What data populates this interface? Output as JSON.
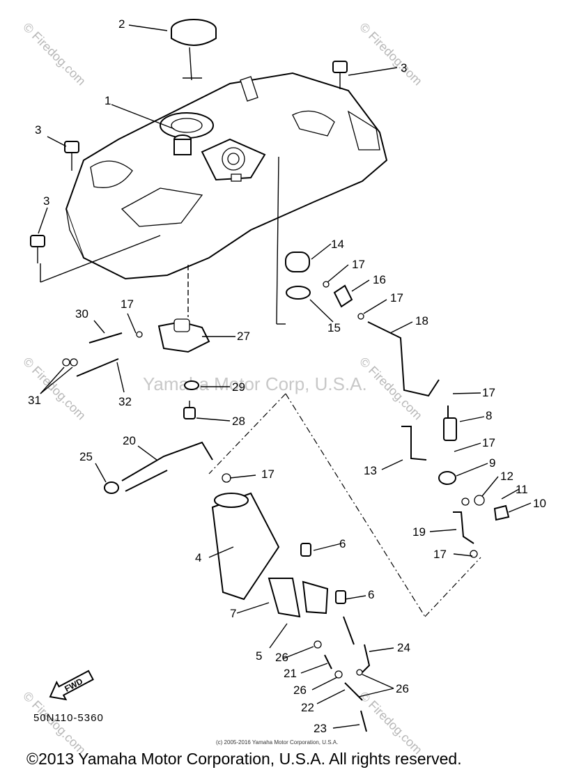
{
  "watermarks": {
    "site": "© Firedog.com",
    "center": "Yamaha Motor Corp, U.S.A."
  },
  "callouts": {
    "c1": "1",
    "c2": "2",
    "c3a": "3",
    "c3b": "3",
    "c3c": "3",
    "c4": "4",
    "c5": "5",
    "c6a": "6",
    "c6b": "6",
    "c7": "7",
    "c8": "8",
    "c9": "9",
    "c10": "10",
    "c11": "11",
    "c12": "12",
    "c13": "13",
    "c14": "14",
    "c15": "15",
    "c16": "16",
    "c17a": "17",
    "c17b": "17",
    "c17c": "17",
    "c17d": "17",
    "c17e": "17",
    "c17f": "17",
    "c17g": "17",
    "c18": "18",
    "c19": "19",
    "c20": "20",
    "c21": "21",
    "c22": "22",
    "c23": "23",
    "c24": "24",
    "c25": "25",
    "c26a": "26",
    "c26b": "26",
    "c26c": "26",
    "c27": "27",
    "c28": "28",
    "c29": "29",
    "c30": "30",
    "c31": "31",
    "c32": "32"
  },
  "fwd_label": "FWD",
  "diagram_code": "50N110-5360",
  "small_copyright": "(c) 2005-2016 Yamaha Motor Corporation, U.S.A.",
  "footer_copyright": "©2013 Yamaha Motor Corporation, U.S.A. All rights reserved.",
  "colors": {
    "ink": "#000000",
    "watermark": "#b8b8b8",
    "background": "#ffffff"
  }
}
